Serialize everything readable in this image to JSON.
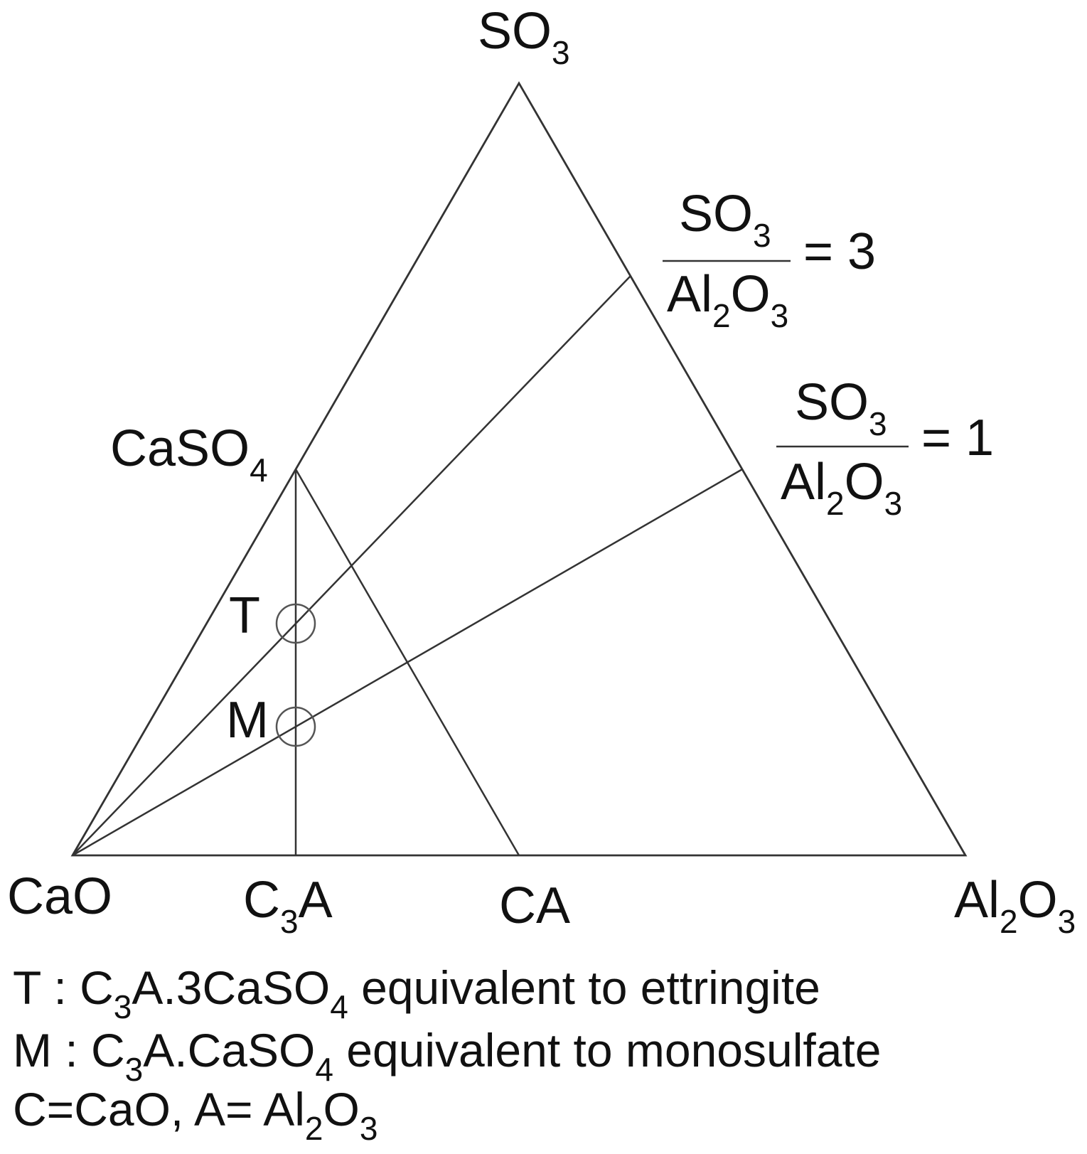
{
  "vertices": {
    "top": {
      "base": "SO",
      "sub": "3"
    },
    "left": {
      "base": "CaO"
    },
    "right": {
      "base1": "Al",
      "sub1": "2",
      "base2": "O",
      "sub2": "3"
    }
  },
  "side_points": {
    "caso4": {
      "base": "CaSO",
      "sub": "4"
    },
    "c3a": {
      "base1": "C",
      "sub1": "3",
      "base2": "A"
    },
    "ca": {
      "base": "CA"
    }
  },
  "ratio_lines": [
    {
      "num_base": "SO",
      "num_sub": "3",
      "den_base1": "Al",
      "den_sub1": "2",
      "den_base2": "O",
      "den_sub2": "3",
      "eq": "= 3"
    },
    {
      "num_base": "SO",
      "num_sub": "3",
      "den_base1": "Al",
      "den_sub1": "2",
      "den_base2": "O",
      "den_sub2": "3",
      "eq": "= 1"
    }
  ],
  "markers": {
    "t": "T",
    "m": "M"
  },
  "legend": {
    "line1": {
      "p1": "T : C",
      "s1": "3",
      "p2": "A.3CaSO",
      "s2": "4",
      "p3": " equivalent to ettringite"
    },
    "line2": {
      "p1": "M : C",
      "s1": "3",
      "p2": "A.CaSO",
      "s2": "4",
      "p3": " equivalent to monosulfate"
    },
    "line3": {
      "p1": "C=CaO, A= Al",
      "s1": "2",
      "p2": "O",
      "s2": "3"
    }
  }
}
